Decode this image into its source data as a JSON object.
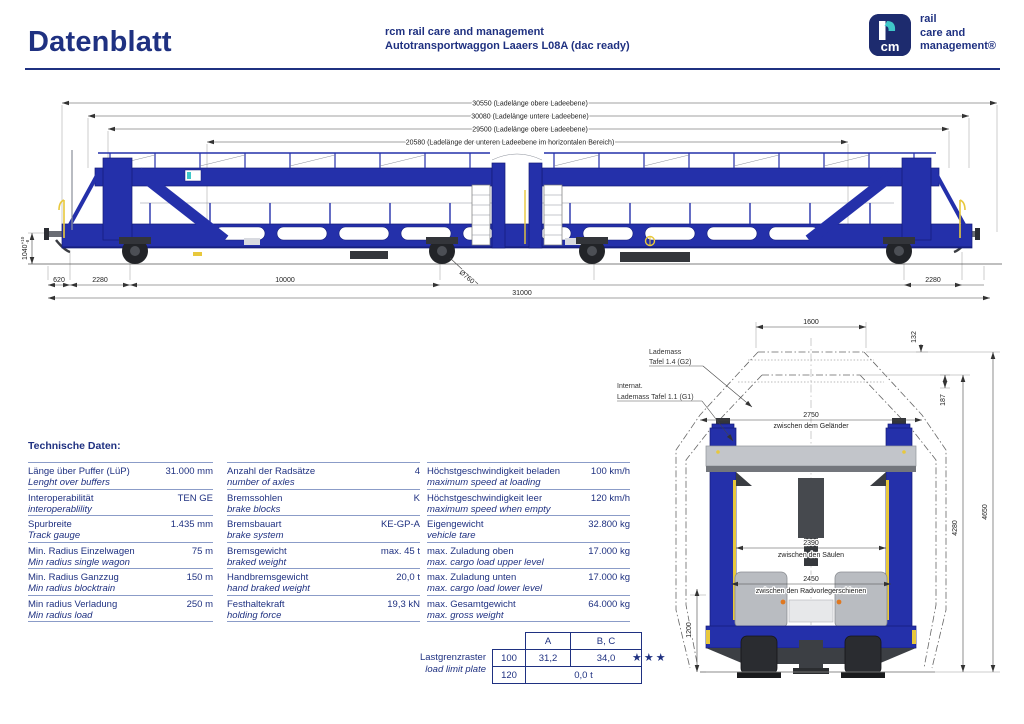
{
  "header": {
    "title": "Datenblatt",
    "subtitle_line1": "rcm rail care and management",
    "subtitle_line2": "Autotransportwaggon Laaers L08A (dac ready)",
    "logo": {
      "letters": "cm",
      "line1": "rail",
      "line2": "care and",
      "line3": "management®"
    }
  },
  "side_view": {
    "top_dims": [
      "30550 (Ladelänge obere Ladeebene)",
      "30080 (Ladelänge untere Ladeebene)",
      "29500 (Ladelänge obere Ladeebene)",
      "20580 (Ladelänge der unteren Ladeebene im horizontalen Bereich)"
    ],
    "dim_620": "620",
    "dim_2280_left": "2280",
    "dim_10000": "10000",
    "dim_2280_right": "2280",
    "total_length": "31000",
    "height_value": "1040",
    "height_tol_plus": "+10",
    "height_tol_minus": "-8",
    "wheel_diameter": "Ø760"
  },
  "front_view": {
    "dim_1600": "1600",
    "dim_132": "132",
    "dim_187": "187",
    "dim_2750": "2750",
    "note_2750": "zwischen dem Geländer",
    "dim_2390": "2390",
    "note_2390": "zwischen den Säulen",
    "dim_2450": "2450",
    "note_2450": "zwischen den Radvorlegerschienen",
    "dim_1200": "1200",
    "dim_4280": "4280",
    "dim_4650": "4650",
    "label_g2_line1": "Lademass",
    "label_g2_line2": "Tafel 1.4 (G2)",
    "label_g1_line1": "Internat.",
    "label_g1_line2": "Lademass Tafel 1.1 (G1)"
  },
  "technical_data": {
    "title": "Technische Daten:",
    "columns": [
      [
        {
          "de": "Länge über Puffer (LüP)",
          "en": "Lenght over buffers",
          "value": "31.000 mm"
        },
        {
          "de": "Interoperabilität",
          "en": "interoperablility",
          "value": "TEN GE"
        },
        {
          "de": "Spurbreite",
          "en": "Track gauge",
          "value": "1.435 mm"
        },
        {
          "de": "Min. Radius Einzelwagen",
          "en": "Min radius single wagon",
          "value": "75 m"
        },
        {
          "de": "Min. Radius Ganzzug",
          "en": "Min radius blocktrain",
          "value": "150 m"
        },
        {
          "de": "Min radius Verladung",
          "en": "Min radius load",
          "value": "250 m"
        }
      ],
      [
        {
          "de": "Anzahl der Radsätze",
          "en": "number of axles",
          "value": "4"
        },
        {
          "de": "Bremssohlen",
          "en": "brake blocks",
          "value": "K"
        },
        {
          "de": "Bremsbauart",
          "en": "brake system",
          "value": "KE-GP-A"
        },
        {
          "de": "Bremsgewicht",
          "en": "braked weight",
          "value": "max. 45 t"
        },
        {
          "de": "Handbremsgewicht",
          "en": "hand braked weight",
          "value": "20,0 t"
        },
        {
          "de": "Festhaltekraft",
          "en": "holding force",
          "value": "19,3 kN"
        }
      ],
      [
        {
          "de": "Höchstgeschwindigkeit beladen",
          "en": "maximum speed at loading",
          "value": "100 km/h"
        },
        {
          "de": "Höchstgeschwindigkeit leer",
          "en": "maximum speed when empty",
          "value": "120 km/h"
        },
        {
          "de": "Eigengewicht",
          "en": "vehicle tare",
          "value": "32.800 kg"
        },
        {
          "de": "max. Zuladung oben",
          "en": "max. cargo load upper level",
          "value": "17.000 kg"
        },
        {
          "de": "max. Zuladung unten",
          "en": "max. cargo load lower level",
          "value": "17.000 kg"
        },
        {
          "de": "max. Gesamtgewicht",
          "en": "max. gross weight",
          "value": "64.000 kg"
        }
      ]
    ]
  },
  "load_limit": {
    "label_de": "Lastgrenzraster",
    "label_en": "load limit plate",
    "col_a": "A",
    "col_bc": "B, C",
    "row1_speed": "100",
    "row1_a": "31,2",
    "row1_bc": "34,0",
    "row2_speed": "120",
    "row2_value": "0,0 t",
    "stars": "★★★"
  },
  "colors": {
    "brand_blue": "#1f3181",
    "wagon_blue": "#2430aa",
    "accent_teal": "#3fc7c9"
  }
}
